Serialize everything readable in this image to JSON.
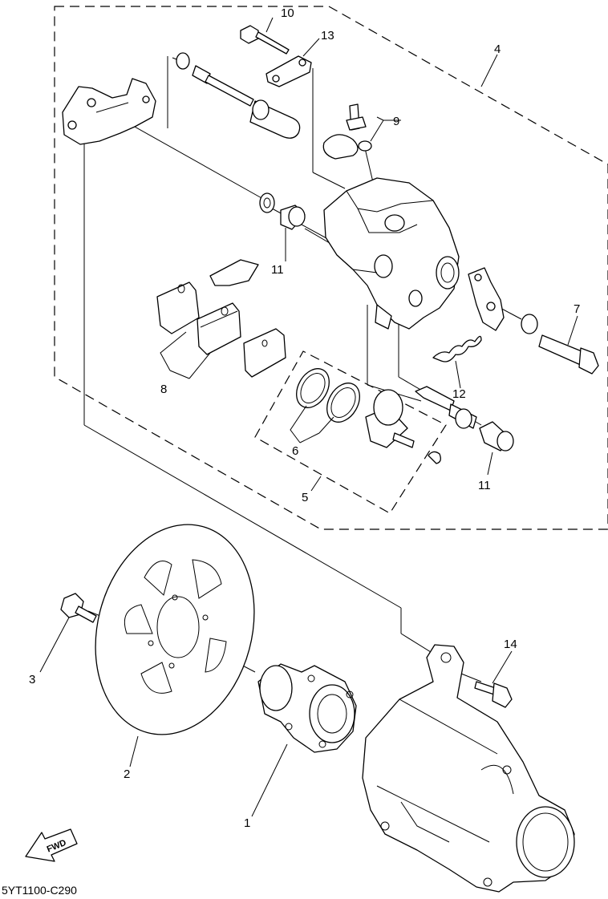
{
  "diagram_code": "5YT1100-C290",
  "fwd_label": "FWD",
  "callouts": [
    {
      "id": "1",
      "label": "1"
    },
    {
      "id": "2",
      "label": "2"
    },
    {
      "id": "3",
      "label": "3"
    },
    {
      "id": "4",
      "label": "4"
    },
    {
      "id": "5",
      "label": "5"
    },
    {
      "id": "6",
      "label": "6"
    },
    {
      "id": "7",
      "label": "7"
    },
    {
      "id": "8",
      "label": "8"
    },
    {
      "id": "9",
      "label": "9"
    },
    {
      "id": "10",
      "label": "10"
    },
    {
      "id": "11a",
      "label": "11"
    },
    {
      "id": "11b",
      "label": "11"
    },
    {
      "id": "12",
      "label": "12"
    },
    {
      "id": "13",
      "label": "13"
    },
    {
      "id": "14",
      "label": "14"
    }
  ]
}
